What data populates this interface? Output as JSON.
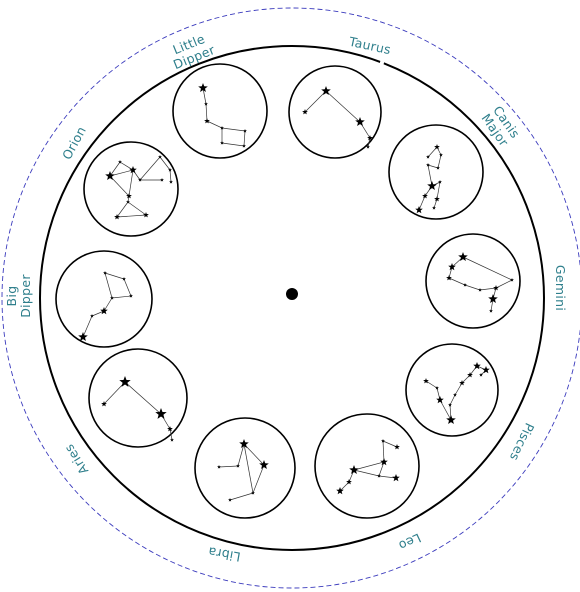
{
  "labels": {
    "taurus": "Taurus",
    "canis_major_line1": "Canis",
    "canis_major_line2": "Major",
    "gemini": "Gemini",
    "pisces": "Pisces",
    "leo": "Leo",
    "libra": "Libra",
    "aries": "Aries",
    "big_dipper_line1": "Big",
    "big_dipper_line2": "Dipper",
    "orion": "Orion",
    "little_dipper_line1": "Little",
    "little_dipper_line2": "Dipper"
  },
  "colors": {
    "label_text": "#2f7f8c",
    "dashed_ring": "#3b3bbd",
    "outline": "#000000"
  }
}
